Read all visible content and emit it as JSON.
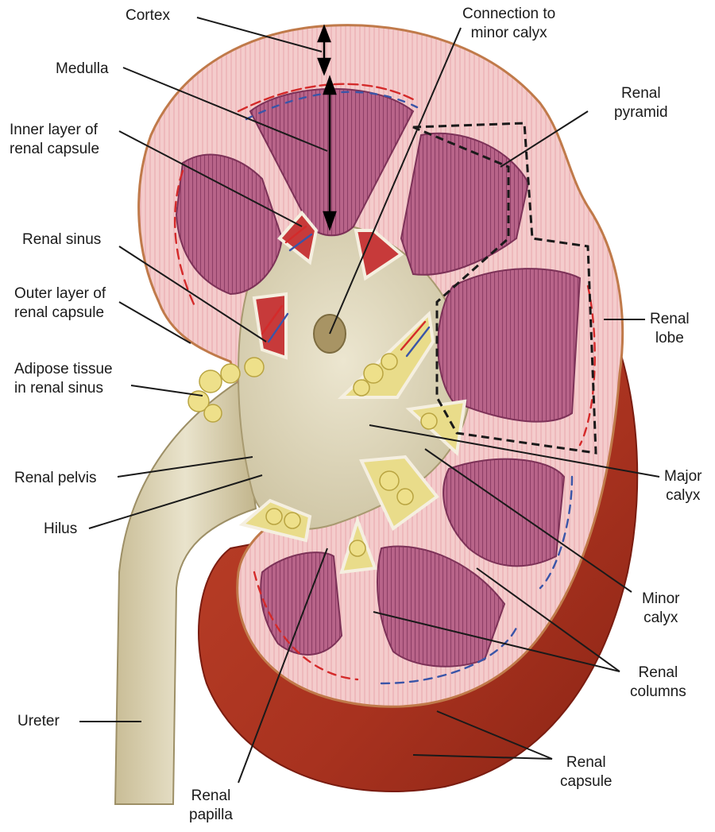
{
  "labels": {
    "cortex": [
      "Cortex"
    ],
    "connection": [
      "Connection to",
      "minor calyx"
    ],
    "medulla": [
      "Medulla"
    ],
    "renal_pyramid": [
      "Renal",
      "pyramid"
    ],
    "inner_layer": [
      "Inner layer of",
      "renal capsule"
    ],
    "renal_sinus": [
      "Renal sinus"
    ],
    "outer_layer": [
      "Outer layer of",
      "renal capsule"
    ],
    "renal_lobe": [
      "Renal",
      "lobe"
    ],
    "adipose": [
      "Adipose tissue",
      "in renal sinus"
    ],
    "renal_pelvis": [
      "Renal pelvis"
    ],
    "major_calyx": [
      "Major",
      "calyx"
    ],
    "hilus": [
      "Hilus"
    ],
    "minor_calyx": [
      "Minor",
      "calyx"
    ],
    "renal_columns": [
      "Renal",
      "columns"
    ],
    "ureter": [
      "Ureter"
    ],
    "renal_capsule": [
      "Renal",
      "capsule"
    ],
    "renal_papilla": [
      "Renal",
      "papilla"
    ]
  },
  "colors": {
    "capsule_outer": "#a8321f",
    "capsule_edge": "#c07a4a",
    "cortex": "#f3c8c8",
    "pyramid": "#b05a80",
    "sinus": "#d9d2b8",
    "fat": "#eee08a",
    "artery": "#d42a2a",
    "vein": "#3a55a8",
    "leader": "#1a1a1a"
  }
}
